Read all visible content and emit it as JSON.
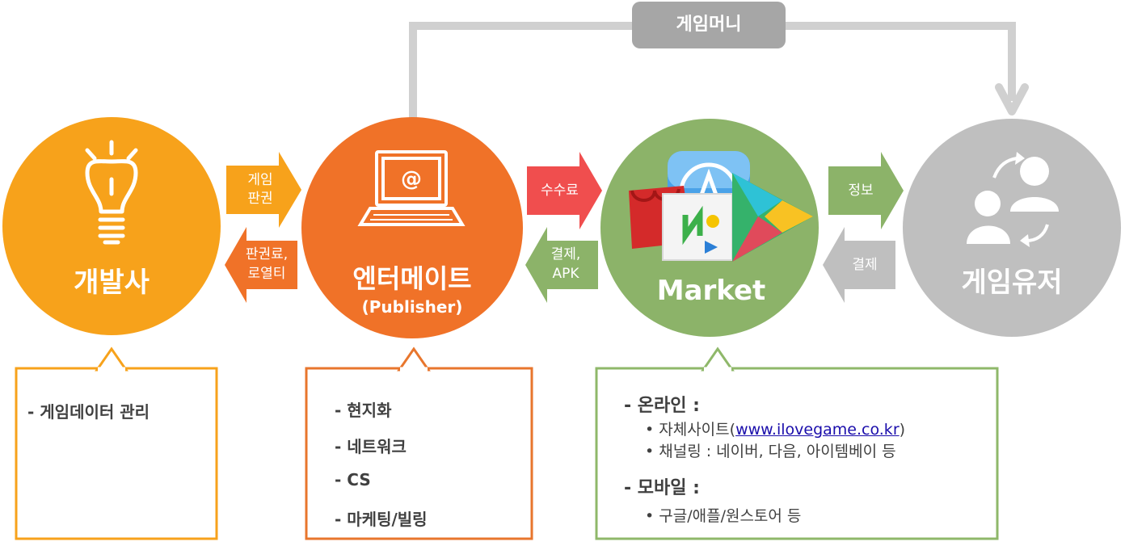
{
  "top_label": "게임머니",
  "nodes": {
    "developer": {
      "title": "개발사",
      "color": "#f7a21b"
    },
    "publisher": {
      "title": "엔터메이트",
      "subtitle": "(Publisher)",
      "color": "#f07228"
    },
    "market": {
      "title": "Market",
      "color": "#8cb369"
    },
    "user": {
      "title": "게임유저",
      "color": "#bfbfbf"
    }
  },
  "arrows": {
    "dev_to_pub": [
      "게임",
      "판권"
    ],
    "pub_to_dev": [
      "판권료,",
      "로열티"
    ],
    "pub_to_market": [
      "수수료"
    ],
    "market_to_pub": [
      "결제,",
      "APK"
    ],
    "market_to_user": [
      "정보"
    ],
    "user_to_market": [
      "결제"
    ]
  },
  "boxes": {
    "developer": {
      "items": [
        "-  게임데이터 관리"
      ]
    },
    "publisher": {
      "items": [
        "-  현지화",
        "-  네트워크",
        "-  CS",
        "-  마케팅/빌링"
      ]
    },
    "market": {
      "online_header": "-  온라인 :",
      "online_item1_prefix": "•  자체사이트(",
      "online_item1_link": "www.ilovegame.co.kr",
      "online_item1_suffix": ")",
      "online_item2": "•  채널링 : 네이버, 다음, 아이템베이 등",
      "mobile_header": "-  모바일 :",
      "mobile_item1": "•  구글/애플/원스토어 등"
    }
  },
  "colors": {
    "orange": "#f7a21b",
    "deep_orange": "#f07228",
    "green": "#8cb369",
    "gray": "#bfbfbf",
    "red_arrow": "#f04e4e",
    "box_green": "#8fb86a",
    "money_gray": "#a6a6a6"
  }
}
